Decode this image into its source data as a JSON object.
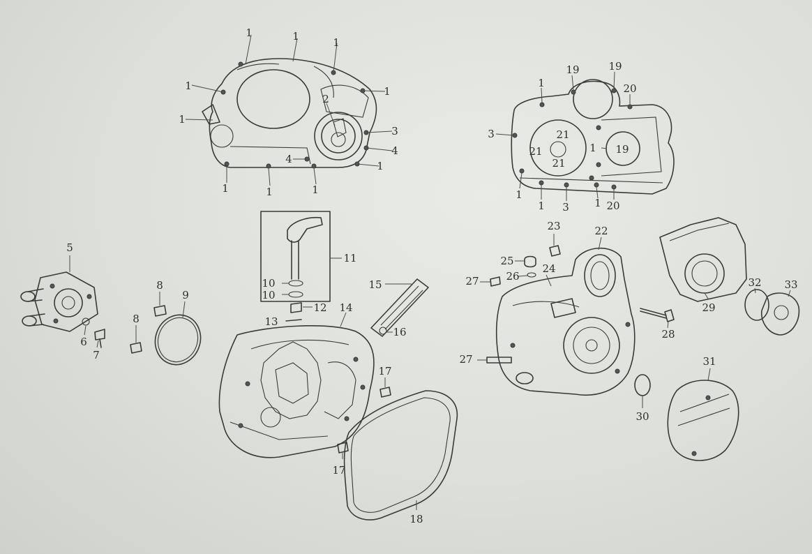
{
  "callouts": [
    {
      "id": "c1a",
      "text": "1"
    },
    {
      "id": "c1b",
      "text": "1"
    },
    {
      "id": "c1c",
      "text": "1"
    },
    {
      "id": "c1d",
      "text": "1"
    },
    {
      "id": "c1e",
      "text": "1"
    },
    {
      "id": "c1f",
      "text": "1"
    },
    {
      "id": "c2",
      "text": "2"
    },
    {
      "id": "c3a",
      "text": "3"
    },
    {
      "id": "c4a",
      "text": "4"
    },
    {
      "id": "c4b",
      "text": "4"
    },
    {
      "id": "c1g",
      "text": "1"
    },
    {
      "id": "c1h",
      "text": "1"
    },
    {
      "id": "c1i",
      "text": "1"
    },
    {
      "id": "c1j",
      "text": "1"
    },
    {
      "id": "c19a",
      "text": "19"
    },
    {
      "id": "c19b",
      "text": "19"
    },
    {
      "id": "c20a",
      "text": "20"
    },
    {
      "id": "c1k",
      "text": "1"
    },
    {
      "id": "c3b",
      "text": "3"
    },
    {
      "id": "c21a",
      "text": "21"
    },
    {
      "id": "c21b",
      "text": "21"
    },
    {
      "id": "c21c",
      "text": "21"
    },
    {
      "id": "c1l",
      "text": "1"
    },
    {
      "id": "c19c",
      "text": "19"
    },
    {
      "id": "c1m",
      "text": "1"
    },
    {
      "id": "c1n",
      "text": "1"
    },
    {
      "id": "c3c",
      "text": "3"
    },
    {
      "id": "c1o",
      "text": "1"
    },
    {
      "id": "c20b",
      "text": "20"
    },
    {
      "id": "c5",
      "text": "5"
    },
    {
      "id": "c6",
      "text": "6"
    },
    {
      "id": "c7",
      "text": "7"
    },
    {
      "id": "c8a",
      "text": "8"
    },
    {
      "id": "c8b",
      "text": "8"
    },
    {
      "id": "c9",
      "text": "9"
    },
    {
      "id": "c10a",
      "text": "10"
    },
    {
      "id": "c10b",
      "text": "10"
    },
    {
      "id": "c11",
      "text": "11"
    },
    {
      "id": "c12",
      "text": "12"
    },
    {
      "id": "c13",
      "text": "13"
    },
    {
      "id": "c14",
      "text": "14"
    },
    {
      "id": "c15",
      "text": "15"
    },
    {
      "id": "c16",
      "text": "16"
    },
    {
      "id": "c17a",
      "text": "17"
    },
    {
      "id": "c17b",
      "text": "17"
    },
    {
      "id": "c18",
      "text": "18"
    },
    {
      "id": "c22",
      "text": "22"
    },
    {
      "id": "c23",
      "text": "23"
    },
    {
      "id": "c24",
      "text": "24"
    },
    {
      "id": "c25",
      "text": "25"
    },
    {
      "id": "c26",
      "text": "26"
    },
    {
      "id": "c27a",
      "text": "27"
    },
    {
      "id": "c27b",
      "text": "27"
    },
    {
      "id": "c28",
      "text": "28"
    },
    {
      "id": "c29",
      "text": "29"
    },
    {
      "id": "c30",
      "text": "30"
    },
    {
      "id": "c31",
      "text": "31"
    },
    {
      "id": "c32",
      "text": "32"
    },
    {
      "id": "c33",
      "text": "33"
    }
  ]
}
